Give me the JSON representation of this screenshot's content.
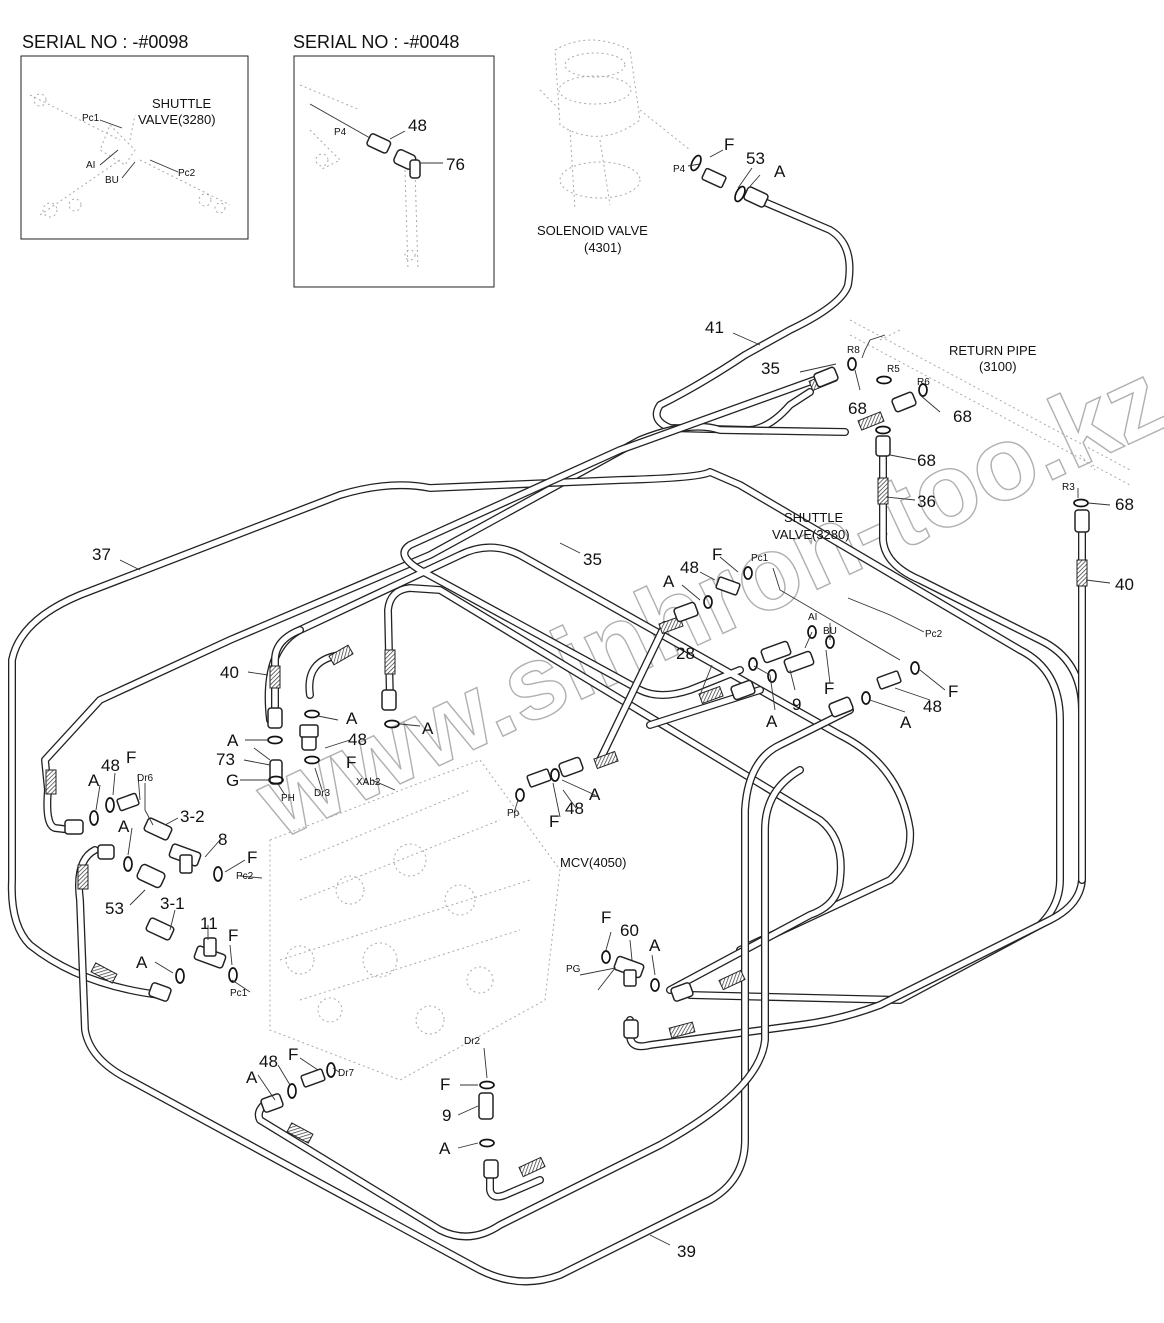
{
  "insets": [
    {
      "serial": "SERIAL NO : -#0098",
      "valve_label": [
        "SHUTTLE",
        "VALVE(3280)"
      ],
      "ports": [
        "Pc1",
        "AI",
        "BU",
        "Pc2"
      ]
    },
    {
      "serial": "SERIAL NO : -#0048",
      "ports": [
        "P4"
      ],
      "parts": [
        "48",
        "76"
      ]
    }
  ],
  "components": {
    "solenoid_valve": [
      "SOLENOID VALVE",
      "(4301)"
    ],
    "return_pipe": [
      "RETURN PIPE",
      "(3100)"
    ],
    "shuttle_valve": [
      "SHUTTLE",
      "VALVE(3280)"
    ],
    "mcv": "MCV(4050)"
  },
  "watermark": "www.sinhron-too.kz",
  "callouts": [
    {
      "id": "c01",
      "text": "F",
      "size": "num"
    },
    {
      "id": "c02",
      "text": "53",
      "size": "num"
    },
    {
      "id": "c03",
      "text": "A",
      "size": "num"
    },
    {
      "id": "c04",
      "text": "P4",
      "size": "sm"
    },
    {
      "id": "c05",
      "text": "41",
      "size": "num"
    },
    {
      "id": "c06",
      "text": "R8",
      "size": "sm"
    },
    {
      "id": "c07",
      "text": "R5",
      "size": "sm"
    },
    {
      "id": "c08",
      "text": "R6",
      "size": "sm"
    },
    {
      "id": "c09",
      "text": "35",
      "size": "num"
    },
    {
      "id": "c10",
      "text": "68",
      "size": "num"
    },
    {
      "id": "c11",
      "text": "68",
      "size": "num"
    },
    {
      "id": "c12",
      "text": "68",
      "size": "num"
    },
    {
      "id": "c13",
      "text": "36",
      "size": "num"
    },
    {
      "id": "c14",
      "text": "R3",
      "size": "sm"
    },
    {
      "id": "c15",
      "text": "68",
      "size": "num"
    },
    {
      "id": "c16",
      "text": "40",
      "size": "num"
    },
    {
      "id": "c17",
      "text": "37",
      "size": "num"
    },
    {
      "id": "c18",
      "text": "35",
      "size": "num"
    },
    {
      "id": "c19",
      "text": "48",
      "size": "num"
    },
    {
      "id": "c20",
      "text": "F",
      "size": "num"
    },
    {
      "id": "c21",
      "text": "A",
      "size": "num"
    },
    {
      "id": "c22",
      "text": "Pc1",
      "size": "sm"
    },
    {
      "id": "c23",
      "text": "AI",
      "size": "sm"
    },
    {
      "id": "c24",
      "text": "BU",
      "size": "sm"
    },
    {
      "id": "c25",
      "text": "Pc2",
      "size": "sm"
    },
    {
      "id": "c26",
      "text": "28",
      "size": "num"
    },
    {
      "id": "c27",
      "text": "F",
      "size": "num"
    },
    {
      "id": "c28",
      "text": "9",
      "size": "num"
    },
    {
      "id": "c29",
      "text": "A",
      "size": "num"
    },
    {
      "id": "c30",
      "text": "A",
      "size": "num"
    },
    {
      "id": "c31",
      "text": "48",
      "size": "num"
    },
    {
      "id": "c32",
      "text": "F",
      "size": "num"
    },
    {
      "id": "c33",
      "text": "40",
      "size": "num"
    },
    {
      "id": "c34",
      "text": "A",
      "size": "num"
    },
    {
      "id": "c35",
      "text": "A",
      "size": "num"
    },
    {
      "id": "c36",
      "text": "A",
      "size": "num"
    },
    {
      "id": "c37",
      "text": "48",
      "size": "num"
    },
    {
      "id": "c38",
      "text": "73",
      "size": "num"
    },
    {
      "id": "c39",
      "text": "F",
      "size": "num"
    },
    {
      "id": "c40",
      "text": "G",
      "size": "num"
    },
    {
      "id": "c41",
      "text": "PH",
      "size": "sm"
    },
    {
      "id": "c42",
      "text": "Dr3",
      "size": "sm"
    },
    {
      "id": "c43",
      "text": "XAb2",
      "size": "sm"
    },
    {
      "id": "c44",
      "text": "A",
      "size": "num"
    },
    {
      "id": "c45",
      "text": "48",
      "size": "num"
    },
    {
      "id": "c46",
      "text": "F",
      "size": "num"
    },
    {
      "id": "c47",
      "text": "Dr6",
      "size": "sm"
    },
    {
      "id": "c48",
      "text": "A",
      "size": "num"
    },
    {
      "id": "c49",
      "text": "3-2",
      "size": "num"
    },
    {
      "id": "c50",
      "text": "8",
      "size": "num"
    },
    {
      "id": "c51",
      "text": "F",
      "size": "num"
    },
    {
      "id": "c52",
      "text": "Pc2",
      "size": "sm"
    },
    {
      "id": "c53",
      "text": "53",
      "size": "num"
    },
    {
      "id": "c54",
      "text": "3-1",
      "size": "num"
    },
    {
      "id": "c55",
      "text": "11",
      "size": "num"
    },
    {
      "id": "c56",
      "text": "F",
      "size": "num"
    },
    {
      "id": "c57",
      "text": "A",
      "size": "num"
    },
    {
      "id": "c58",
      "text": "Pc1",
      "size": "sm"
    },
    {
      "id": "c59",
      "text": "Pp",
      "size": "sm"
    },
    {
      "id": "c60",
      "text": "F",
      "size": "num"
    },
    {
      "id": "c61",
      "text": "48",
      "size": "num"
    },
    {
      "id": "c62",
      "text": "A",
      "size": "num"
    },
    {
      "id": "c63",
      "text": "F",
      "size": "num"
    },
    {
      "id": "c64",
      "text": "60",
      "size": "num"
    },
    {
      "id": "c65",
      "text": "A",
      "size": "num"
    },
    {
      "id": "c66",
      "text": "PG",
      "size": "sm"
    },
    {
      "id": "c67",
      "text": "Dr2",
      "size": "sm"
    },
    {
      "id": "c68",
      "text": "F",
      "size": "num"
    },
    {
      "id": "c69",
      "text": "9",
      "size": "num"
    },
    {
      "id": "c70",
      "text": "A",
      "size": "num"
    },
    {
      "id": "c71",
      "text": "48",
      "size": "num"
    },
    {
      "id": "c72",
      "text": "F",
      "size": "num"
    },
    {
      "id": "c73",
      "text": "A",
      "size": "num"
    },
    {
      "id": "c74",
      "text": "Dr7",
      "size": "sm"
    },
    {
      "id": "c75",
      "text": "39",
      "size": "num"
    }
  ]
}
